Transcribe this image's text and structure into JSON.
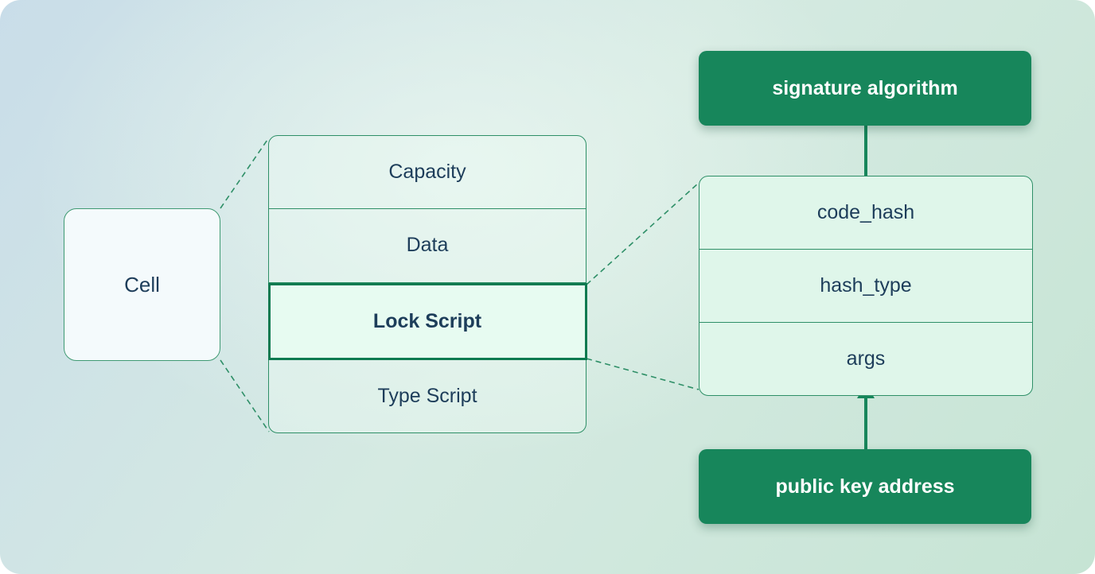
{
  "colors": {
    "accent": "#17865b",
    "accent_dark": "#0e7a50",
    "text": "#1d3d5a",
    "mint_fill": "#e3f9ef"
  },
  "cell": {
    "label": "Cell"
  },
  "cell_structure": {
    "fields": [
      {
        "label": "Capacity",
        "highlighted": false
      },
      {
        "label": "Data",
        "highlighted": false
      },
      {
        "label": "Lock Script",
        "highlighted": true
      },
      {
        "label": "Type Script",
        "highlighted": false
      }
    ]
  },
  "lock_script_structure": {
    "fields": [
      {
        "label": "code_hash"
      },
      {
        "label": "hash_type"
      },
      {
        "label": "args"
      }
    ]
  },
  "annotations": {
    "signature_algorithm": {
      "label": "signature algorithm",
      "points_to": "code_hash"
    },
    "public_key_address": {
      "label": "public key address",
      "points_to": "args"
    }
  }
}
